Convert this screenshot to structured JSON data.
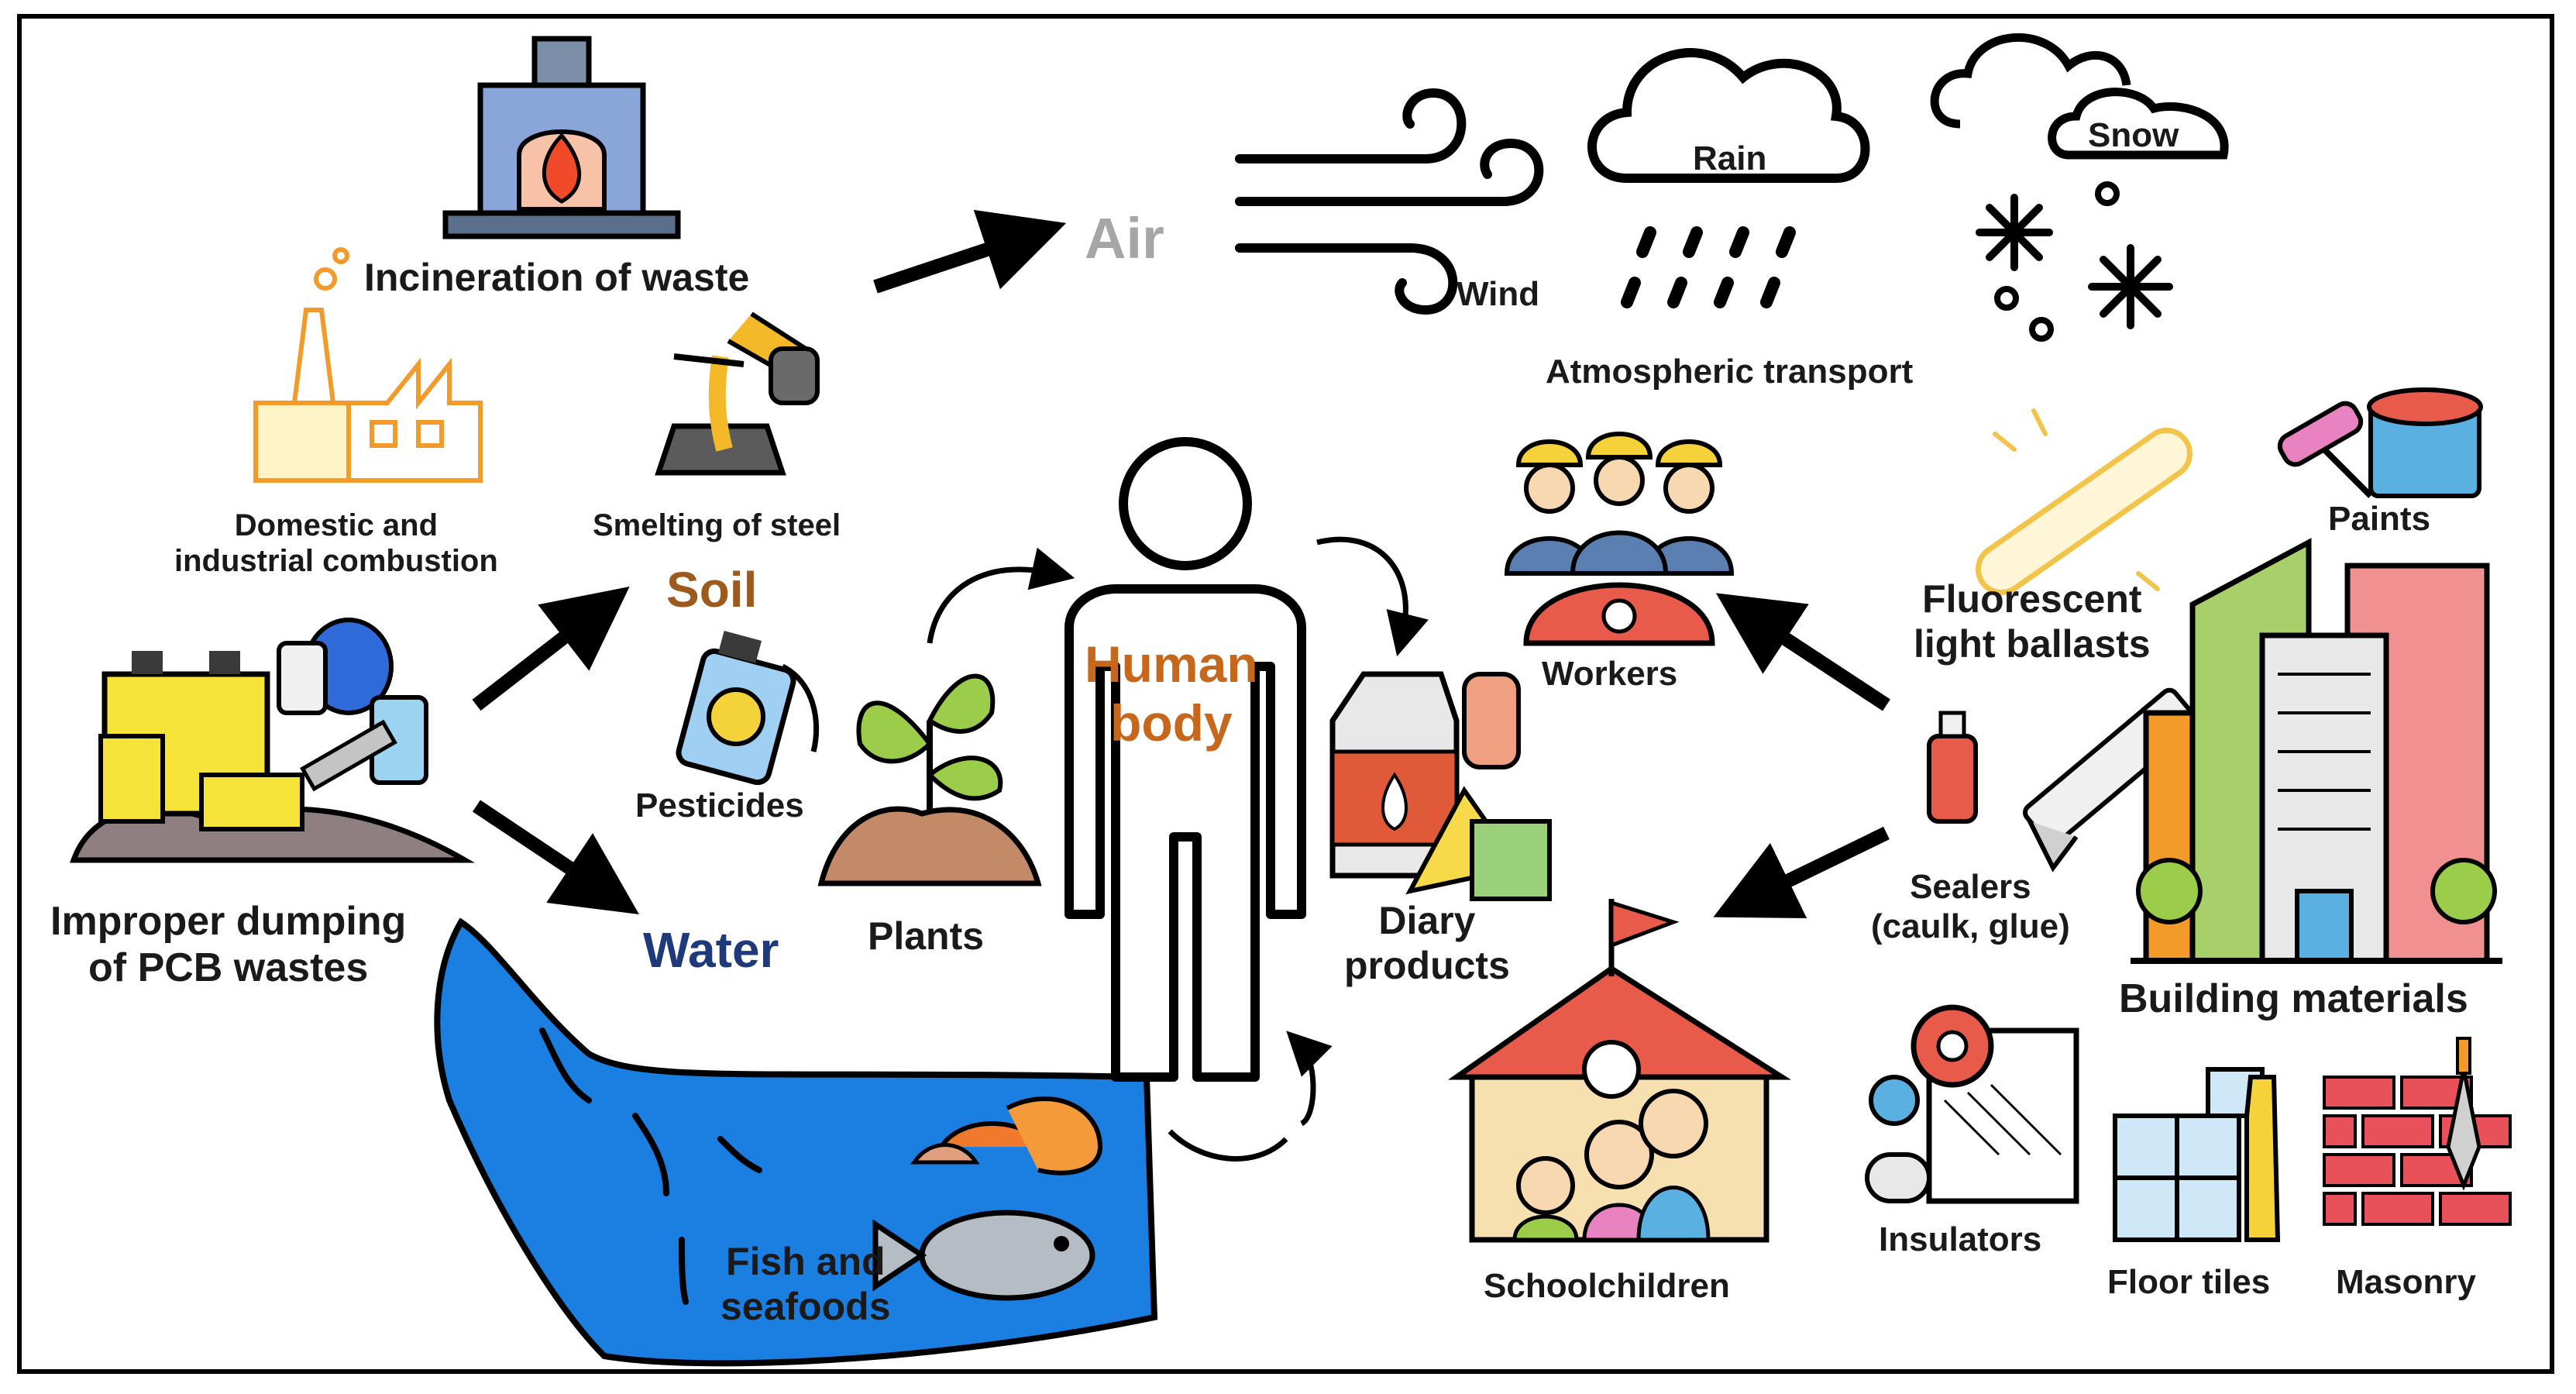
{
  "colors": {
    "air": "#a6a6a6",
    "soil": "#9c5a1e",
    "water": "#1f3a7a",
    "human": "#c7671c",
    "sea": "#1a7fe0",
    "arrow": "#000000"
  },
  "labels": {
    "incineration": "Incineration of waste",
    "air": "Air",
    "wind": "Wind",
    "rain": "Rain",
    "snow": "Snow",
    "atmospheric": "Atmospheric transport",
    "domestic": "Domestic and\nindustrial combustion",
    "smelting": "Smelting of steel",
    "soil": "Soil",
    "pesticides": "Pesticides",
    "improper": "Improper dumping\nof PCB wastes",
    "water": "Water",
    "plants": "Plants",
    "human": "Human\nbody",
    "diary": "Diary\nproducts",
    "workers": "Workers",
    "fluorescent": "Fluorescent\nlight ballasts",
    "paints": "Paints",
    "sealers": "Sealers\n(caulk, glue)",
    "building": "Building materials",
    "schoolchildren": "Schoolchildren",
    "insulators": "Insulators",
    "floor": "Floor tiles",
    "masonry": "Masonry",
    "fish": "Fish and\nseafoods"
  },
  "icons": [
    "furnace-icon",
    "factory-icon",
    "ladle-icon",
    "wind-icon",
    "rain-cloud-icon",
    "snow-cloud-icon",
    "pesticide-sprayer-icon",
    "waste-pile-icon",
    "plant-icon",
    "human-figure-icon",
    "dairy-icon",
    "workers-icon",
    "fluorescent-tube-icon",
    "paint-icon",
    "caulk-gun-icon",
    "buildings-icon",
    "school-icon",
    "insulation-icon",
    "floor-tiles-icon",
    "brick-wall-icon",
    "fish-icon"
  ]
}
